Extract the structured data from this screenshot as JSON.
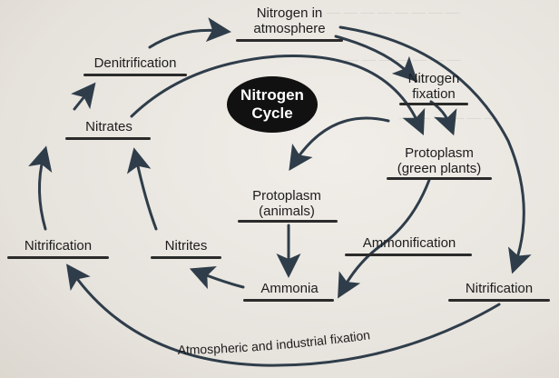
{
  "diagram": {
    "center": {
      "line1": "Nitrogen",
      "line2": "Cycle"
    },
    "nodes": {
      "nitrogen_atmosphere": {
        "line1": "Nitrogen in",
        "line2": "atmosphere"
      },
      "denitrification": "Denitrification",
      "nitrogen_fixation": {
        "line1": "Nitrogen",
        "line2": "fixation"
      },
      "nitrates": "Nitrates",
      "protoplasm_plants": {
        "line1": "Protoplasm",
        "line2": "(green plants)"
      },
      "protoplasm_animals": {
        "line1": "Protoplasm",
        "line2": "(animals)"
      },
      "nitrification_left": "Nitrification",
      "nitrites": "Nitrites",
      "ammonification": "Ammonification",
      "ammonia": "Ammonia",
      "nitrification_right": "Nitrification",
      "atmospheric_fixation": "Atmospheric and industrial fixation"
    },
    "colors": {
      "arrow": "#2f3d4a",
      "label_underline": "#2b2b2b",
      "center_bg": "#111111",
      "center_text": "#ffffff"
    }
  }
}
